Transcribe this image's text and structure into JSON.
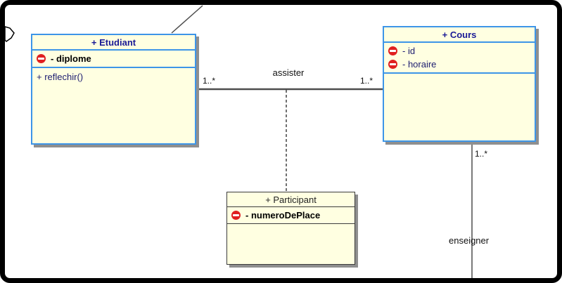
{
  "diagram": {
    "classes": [
      {
        "id": "etudiant",
        "title": "+ Etudiant",
        "attributes": [
          {
            "icon": "private-visibility-icon",
            "label": "- diplome"
          }
        ],
        "operations": [
          {
            "label": "+ reflechir()"
          }
        ]
      },
      {
        "id": "cours",
        "title": "+ Cours",
        "attributes": [
          {
            "icon": "private-visibility-icon",
            "label": "- id"
          },
          {
            "icon": "private-visibility-icon",
            "label": "- horaire"
          }
        ],
        "operations": []
      },
      {
        "id": "participant",
        "title": "+ Participant",
        "attributes": [
          {
            "icon": "private-visibility-icon",
            "label": "- numeroDePlace"
          }
        ],
        "operations": []
      }
    ],
    "associations": [
      {
        "id": "assister",
        "label": "assister",
        "mult_source": "1..*",
        "mult_target": "1..*",
        "link_class": "Participant"
      },
      {
        "id": "enseigner",
        "label": "enseigner",
        "mult_source": "1..*"
      }
    ],
    "colors": {
      "class_fill": "#FFFFE1",
      "selected_border": "#3D95E8",
      "plain_border": "#3C3C3C",
      "title_text": "#1A1A96",
      "visibility_icon": "#E02020",
      "edge": "#4D4D4D",
      "shadow": "#8F8F8F",
      "frame": "#000000"
    }
  }
}
